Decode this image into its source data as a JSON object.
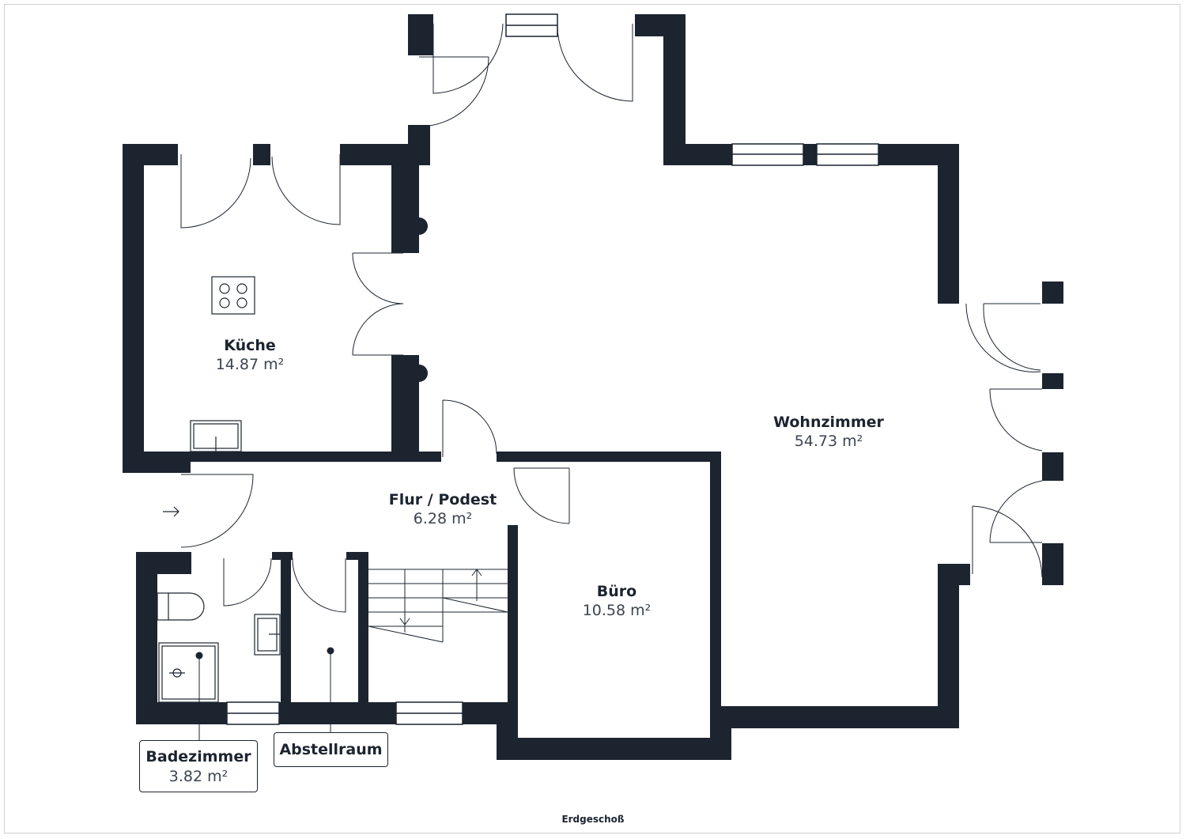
{
  "floor_name": "Erdgeschoß",
  "colors": {
    "wall": "#1c2430",
    "background": "#ffffff",
    "line": "#1c2430"
  },
  "rooms": [
    {
      "id": "kueche",
      "name": "Küche",
      "area": "14.87 m²"
    },
    {
      "id": "wohnzimmer",
      "name": "Wohnzimmer",
      "area": "54.73 m²"
    },
    {
      "id": "flur",
      "name": "Flur / Podest",
      "area": "6.28 m²"
    },
    {
      "id": "buero",
      "name": "Büro",
      "area": "10.58 m²"
    },
    {
      "id": "badezimmer",
      "name": "Badezimmer",
      "area": "3.82 m²"
    },
    {
      "id": "abstellraum",
      "name": "Abstellraum"
    }
  ],
  "icons": [
    "entrance-arrow-icon",
    "stair-up-arrow-icon",
    "stair-down-arrow-icon",
    "cooktop-icon",
    "sink-icon",
    "toilet-icon",
    "shower-icon"
  ]
}
